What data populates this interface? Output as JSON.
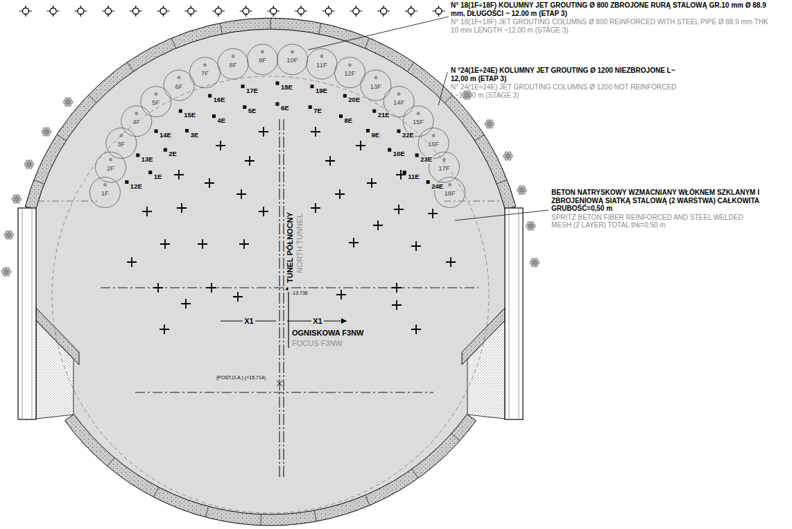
{
  "diagram": {
    "labels": [
      "N° 18(1F÷18F) KOLUMNY JET GROUTING Ø 800 ZBROJONE RURĄ STALOWĄ GR.10 mm Ø 88.9 mm, DŁUGOŚCI ~ 12.00 m (ETAP 3)",
      "N° 18(1F÷18F) JET GROUTING COLUMNS Ø 800 REINFORCED WITH STEEL PIPE Ø 88.9 mm THK 10 mm LENGTH ~12.00 m (STAGE 3)",
      "N °24(1E÷24E) KOLUMNY JET GROUTING Ø 1200 NIEZBROJONE L~ 12,00 m (ETAP 3)",
      "N° 24(1E÷24E) JET GROUTING COLUMNS Ø 1200 NOT REINFORCED L~12,00 m (STAGE 3)",
      "BETON NATRYSKOWY WZMACNIANY WŁÓKNEM SZKLANYM I ZBROJENIOWĄ SIATKĄ STALOWĄ (2 WARSTWA) CAŁKOWITA GRUBOŚĆ=0,50 m",
      "SPRITZ BETON FIBER REINFORCED AND STEEL WELDED MESH (2 LAYER) TOTAL thk=0.50 m",
      "1F",
      "2F",
      "3F",
      "4F",
      "5F",
      "6F",
      "7F",
      "8F",
      "9F",
      "10F",
      "11F",
      "12F",
      "13F",
      "14F",
      "15F",
      "16F",
      "17F",
      "18F",
      "1E",
      "2E",
      "3E",
      "4E",
      "5E",
      "6E",
      "7E",
      "8E",
      "9E",
      "10E",
      "11E",
      "12E",
      "13E",
      "14E",
      "15E",
      "16E",
      "17E",
      "18E",
      "19E",
      "20E",
      "21E",
      "22E",
      "23E",
      "24E",
      "TUNEL PÓŁNOCNY",
      "NORTH TUNNEL",
      "-13.736",
      "X1",
      "X1",
      "OGNISKOWA F3NW",
      "FOCUS F3NW",
      "(POST.O.A.) (+15.714)"
    ]
  }
}
